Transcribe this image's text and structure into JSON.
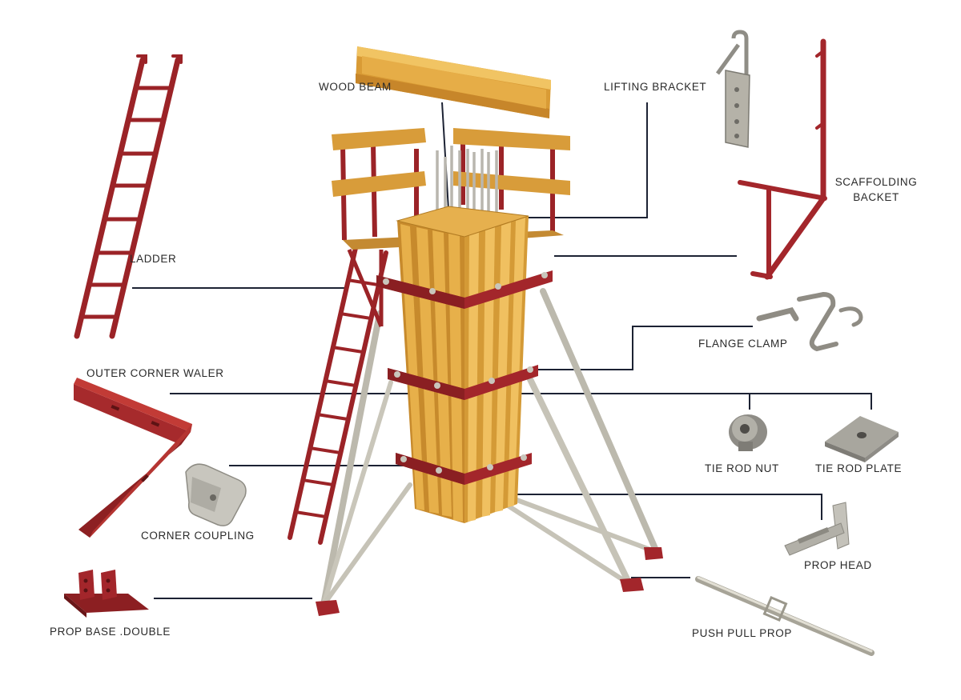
{
  "labels": {
    "wood_beam": "WOOD BEAM",
    "lifting_bracket": "LIFTING BRACKET",
    "scaffolding_bracket_line1": "SCAFFOLDING",
    "scaffolding_bracket_line2": "BACKET",
    "ladder": "LADDER",
    "flange_clamp": "FLANGE CLAMP",
    "outer_corner_waler": "OUTER CORNER WALER",
    "tie_rod_nut": "TIE ROD NUT",
    "tie_rod_plate": "TIE ROD PLATE",
    "corner_coupling": "CORNER COUPLING",
    "prop_head": "PROP HEAD",
    "prop_base_double": "PROP BASE .DOUBLE",
    "push_pull_prop": "PUSH PULL PROP"
  },
  "colors": {
    "steel_red": "#a3262b",
    "steel_red_dark": "#7a1a1e",
    "wood": "#e0aa3e",
    "wood_dark": "#b07a22",
    "galvanized": "#cfcbc0",
    "leader_line": "#1c2233",
    "background": "#ffffff"
  }
}
